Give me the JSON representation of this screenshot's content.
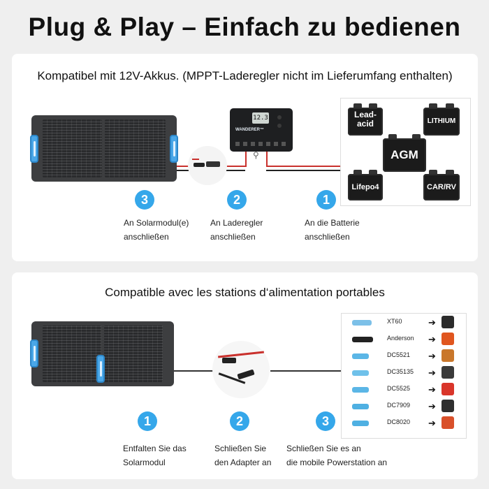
{
  "title": "Plug & Play – Einfach zu bedienen",
  "top_section": {
    "heading": "Kompatibel mit 12V-Akkus. (MPPT-Laderegler nicht im Lieferumfang enthalten)",
    "controller": {
      "brand": "WANDERER™",
      "display": "12.3"
    },
    "batteries": [
      {
        "label": "Lead-\nacid"
      },
      {
        "label": "LITHIUM"
      },
      {
        "label": "AGM"
      },
      {
        "label": "Lifepo4"
      },
      {
        "label": "CAR/RV"
      }
    ],
    "steps": [
      {
        "number": "3",
        "line1": "An Solarmodul(e)",
        "line2": "anschließen"
      },
      {
        "number": "2",
        "line1": "An Laderegler",
        "line2": "anschließen"
      },
      {
        "number": "1",
        "line1": "An die Batterie",
        "line2": "anschließen"
      }
    ]
  },
  "bottom_section": {
    "heading": "Compatible avec les stations d‘alimentation portables",
    "connectors": [
      {
        "name": "XT60",
        "plug_color": "#7cc0e8",
        "station_color": "#2b2b2b"
      },
      {
        "name": "Anderson",
        "plug_color": "#222222",
        "station_color": "#e0561f"
      },
      {
        "name": "DC5521",
        "plug_color": "#5bb6e6",
        "station_color": "#c9772b"
      },
      {
        "name": "DC35135",
        "plug_color": "#6fc1ea",
        "station_color": "#3a3a3a"
      },
      {
        "name": "DC5525",
        "plug_color": "#5bb6e6",
        "station_color": "#d9352a"
      },
      {
        "name": "DC7909",
        "plug_color": "#4fb0e2",
        "station_color": "#2f2f2f"
      },
      {
        "name": "DC8020",
        "plug_color": "#4fb0e2",
        "station_color": "#d9502a"
      }
    ],
    "steps": [
      {
        "number": "1",
        "line1": "Entfalten Sie das",
        "line2": "Solarmodul"
      },
      {
        "number": "2",
        "line1": "Schließen Sie",
        "line2": "den Adapter an"
      },
      {
        "number": "3",
        "line1": "Schließen Sie es an",
        "line2": "die mobile Powerstation an"
      }
    ]
  }
}
